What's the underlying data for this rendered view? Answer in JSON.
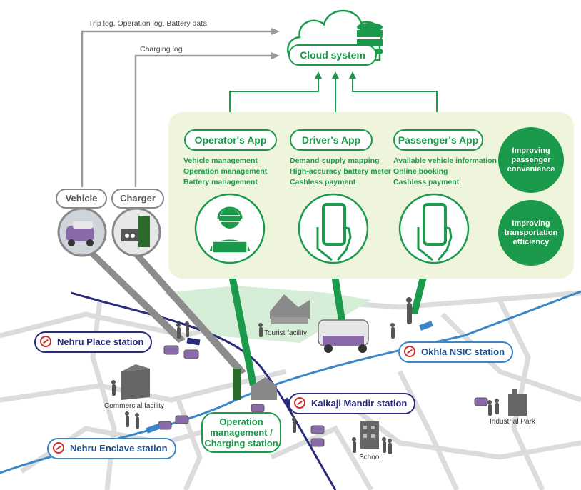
{
  "edges": {
    "trip_log": "Trip log, Operation log, Battery data",
    "charging_log": "Charging log"
  },
  "cloud": {
    "label": "Cloud system"
  },
  "apps": [
    {
      "title": "Operator's App",
      "features": [
        "Vehicle management",
        "Operation management",
        "Battery management"
      ],
      "icon": "operator-headset-icon"
    },
    {
      "title": "Driver's App",
      "features": [
        "Demand-supply mapping",
        "High-accuracy battery meter",
        "Cashless payment"
      ],
      "icon": "smartphone-icon"
    },
    {
      "title": "Passenger's App",
      "features": [
        "Available vehicle information",
        "Online booking",
        "Cashless payment"
      ],
      "icon": "smartphone-icon"
    }
  ],
  "benefits": [
    "Improving passenger convenience",
    "Improving transportation efficiency"
  ],
  "devices": {
    "vehicle": "Vehicle",
    "charger": "Charger"
  },
  "stations": {
    "nehru_place": "Nehru Place station",
    "okhla": "Okhla NSIC station",
    "kalkaji": "Kalkaji Mandir station",
    "nehru_enclave": "Nehru Enclave station"
  },
  "hub": {
    "label": "Operation management / Charging station"
  },
  "places": {
    "tourist": "Tourist facility",
    "commercial": "Commercial facility",
    "school": "School",
    "industrial": "Industrial Park"
  },
  "colors": {
    "green": "#1a9a4a",
    "panel": "#eef5dc",
    "navy_line": "#2a2a7a",
    "blue_line": "#3a86c8",
    "metro_red": "#d42a2a"
  }
}
